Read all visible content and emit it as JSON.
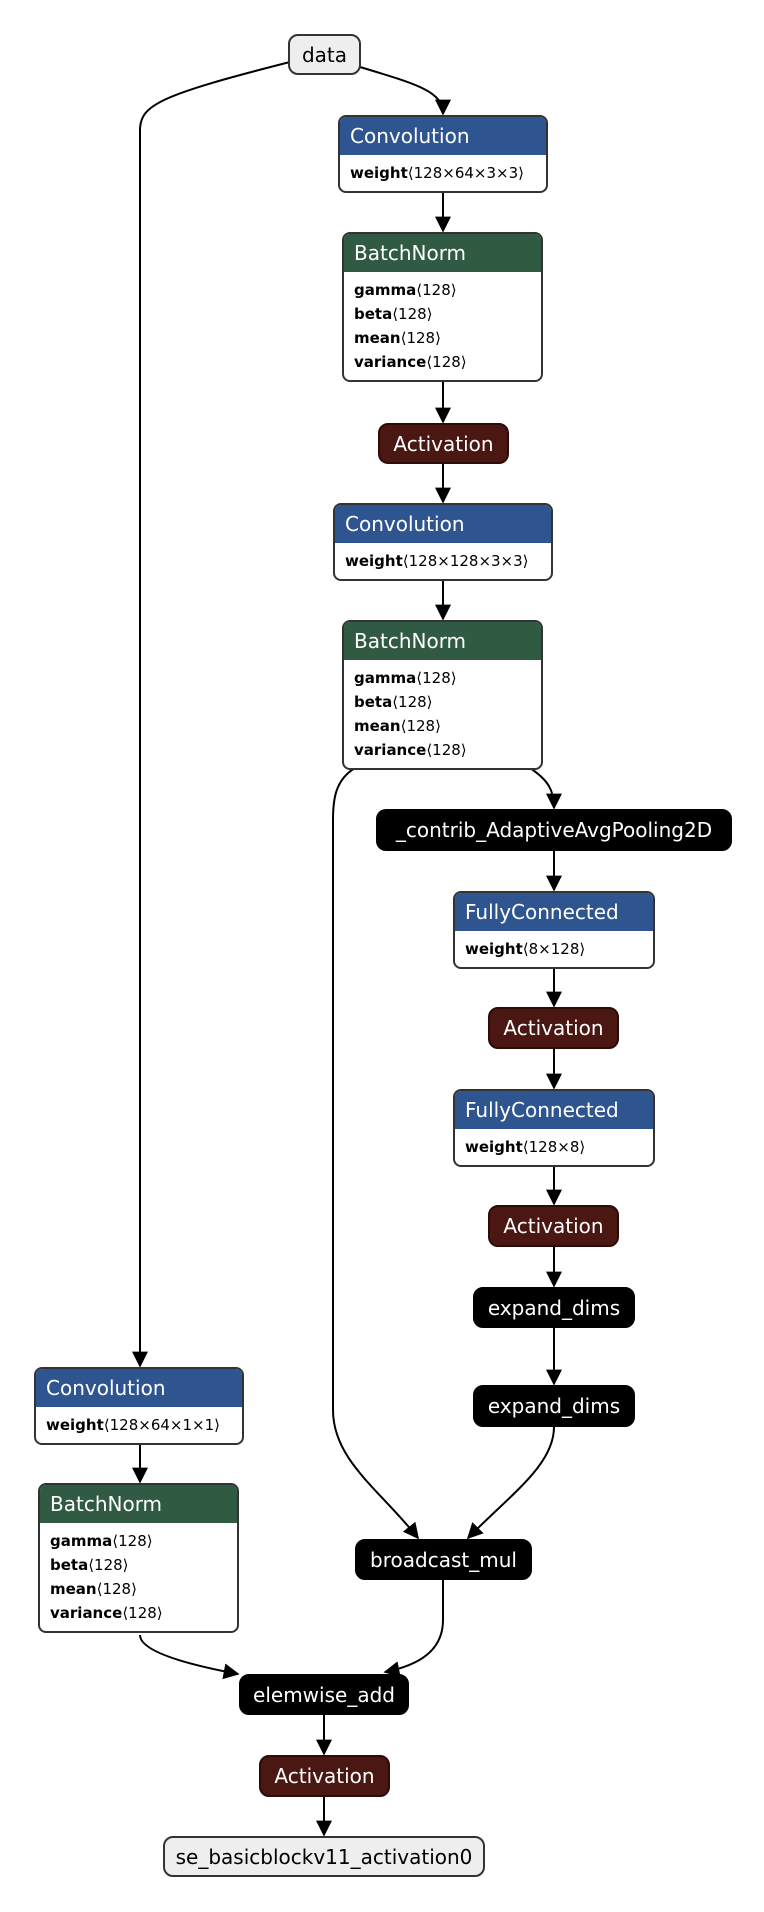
{
  "nodes": {
    "data": {
      "label": "data"
    },
    "conv1": {
      "label": "Convolution",
      "params": [
        {
          "name": "weight",
          "shape": "⟨128×64×3×3⟩"
        }
      ]
    },
    "bn1": {
      "label": "BatchNorm",
      "params": [
        {
          "name": "gamma",
          "shape": "⟨128⟩"
        },
        {
          "name": "beta",
          "shape": "⟨128⟩"
        },
        {
          "name": "mean",
          "shape": "⟨128⟩"
        },
        {
          "name": "variance",
          "shape": "⟨128⟩"
        }
      ]
    },
    "act1": {
      "label": "Activation"
    },
    "conv2": {
      "label": "Convolution",
      "params": [
        {
          "name": "weight",
          "shape": "⟨128×128×3×3⟩"
        }
      ]
    },
    "bn2": {
      "label": "BatchNorm",
      "params": [
        {
          "name": "gamma",
          "shape": "⟨128⟩"
        },
        {
          "name": "beta",
          "shape": "⟨128⟩"
        },
        {
          "name": "mean",
          "shape": "⟨128⟩"
        },
        {
          "name": "variance",
          "shape": "⟨128⟩"
        }
      ]
    },
    "pool": {
      "label": "_contrib_AdaptiveAvgPooling2D"
    },
    "fc1": {
      "label": "FullyConnected",
      "params": [
        {
          "name": "weight",
          "shape": "⟨8×128⟩"
        }
      ]
    },
    "act2": {
      "label": "Activation"
    },
    "fc2": {
      "label": "FullyConnected",
      "params": [
        {
          "name": "weight",
          "shape": "⟨128×8⟩"
        }
      ]
    },
    "act3": {
      "label": "Activation"
    },
    "exp1": {
      "label": "expand_dims"
    },
    "exp2": {
      "label": "expand_dims"
    },
    "bmul": {
      "label": "broadcast_mul"
    },
    "conv3": {
      "label": "Convolution",
      "params": [
        {
          "name": "weight",
          "shape": "⟨128×64×1×1⟩"
        }
      ]
    },
    "bn3": {
      "label": "BatchNorm",
      "params": [
        {
          "name": "gamma",
          "shape": "⟨128⟩"
        },
        {
          "name": "beta",
          "shape": "⟨128⟩"
        },
        {
          "name": "mean",
          "shape": "⟨128⟩"
        },
        {
          "name": "variance",
          "shape": "⟨128⟩"
        }
      ]
    },
    "add": {
      "label": "elemwise_add"
    },
    "act4": {
      "label": "Activation"
    },
    "out": {
      "label": "se_basicblockv11_activation0"
    }
  },
  "colors": {
    "convolution": "#2f5591",
    "batchnorm": "#305a41",
    "activation": "#4a1713",
    "op": "#000000",
    "io": "#eeeeee"
  }
}
